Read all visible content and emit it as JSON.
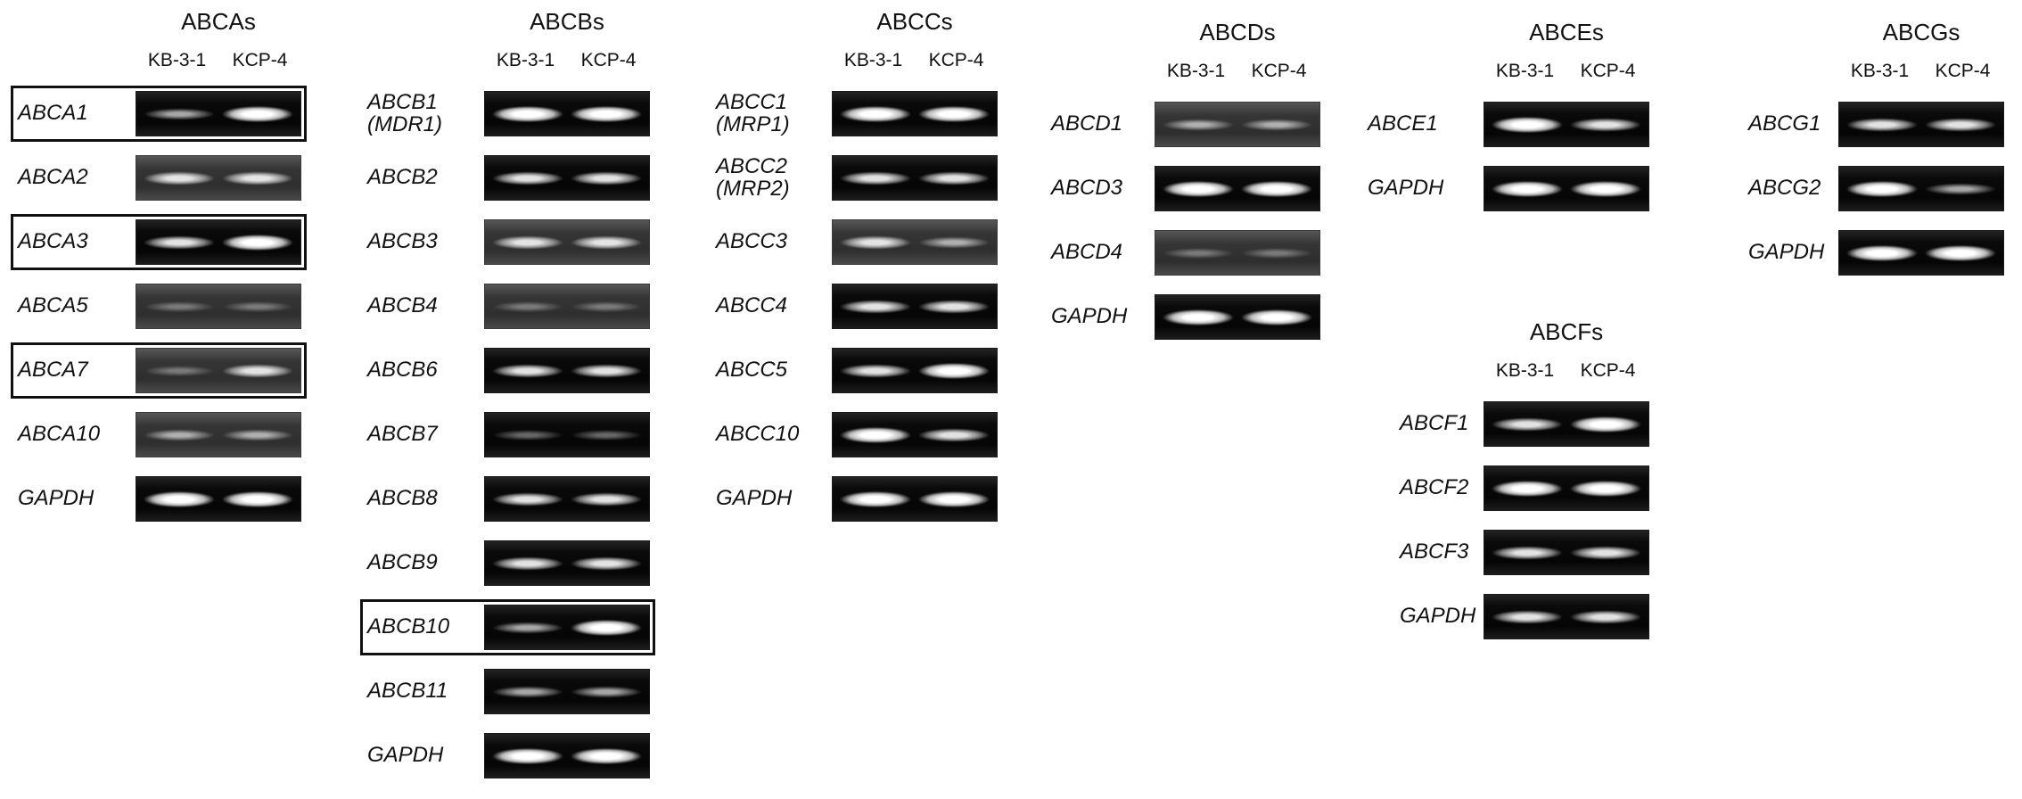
{
  "figure": {
    "cell_lines": [
      "KB-3-1",
      "KCP-4"
    ],
    "colors": {
      "background": "#ffffff",
      "gel_background": "#0a0a0a",
      "gel_background_gray": "#353535",
      "band": "#f5f5f5",
      "highlight_box": "#111111",
      "text": "#111111"
    },
    "groups": [
      {
        "id": "ABCAs",
        "title": "ABCAs",
        "rows": [
          {
            "gene": "ABCA1",
            "boxed": true,
            "bands": [
              "weak",
              "strong"
            ]
          },
          {
            "gene": "ABCA2",
            "bg": "gray",
            "bands": [
              "medium",
              "medium"
            ]
          },
          {
            "gene": "ABCA3",
            "boxed": true,
            "bands": [
              "medium",
              "strong"
            ]
          },
          {
            "gene": "ABCA5",
            "bg": "gray",
            "bands": [
              "faint",
              "faint"
            ]
          },
          {
            "gene": "ABCA7",
            "boxed": true,
            "bg": "gray",
            "bands": [
              "faint",
              "medium"
            ]
          },
          {
            "gene": "ABCA10",
            "bg": "gray",
            "bands": [
              "weak",
              "weak"
            ]
          },
          {
            "gene": "GAPDH",
            "bands": [
              "strong",
              "strong"
            ]
          }
        ]
      },
      {
        "id": "ABCBs",
        "title": "ABCBs",
        "rows": [
          {
            "gene": "ABCB1",
            "alias": "(MDR1)",
            "bands": [
              "strong",
              "strong"
            ]
          },
          {
            "gene": "ABCB2",
            "bands": [
              "medium",
              "medium"
            ]
          },
          {
            "gene": "ABCB3",
            "bg": "gray",
            "bands": [
              "medium",
              "medium"
            ]
          },
          {
            "gene": "ABCB4",
            "bg": "gray",
            "bands": [
              "faint",
              "faint"
            ]
          },
          {
            "gene": "ABCB6",
            "bands": [
              "medium",
              "medium"
            ]
          },
          {
            "gene": "ABCB7",
            "bands": [
              "faint",
              "faint"
            ]
          },
          {
            "gene": "ABCB8",
            "bands": [
              "medium",
              "medium"
            ]
          },
          {
            "gene": "ABCB9",
            "bands": [
              "medium",
              "medium"
            ]
          },
          {
            "gene": "ABCB10",
            "boxed": true,
            "bands": [
              "weak",
              "strong"
            ]
          },
          {
            "gene": "ABCB11",
            "bands": [
              "weak",
              "weak"
            ]
          },
          {
            "gene": "GAPDH",
            "bands": [
              "strong",
              "strong"
            ]
          }
        ]
      },
      {
        "id": "ABCCs",
        "title": "ABCCs",
        "rows": [
          {
            "gene": "ABCC1",
            "alias": "(MRP1)",
            "bands": [
              "strong",
              "strong"
            ]
          },
          {
            "gene": "ABCC2",
            "alias": "(MRP2)",
            "bands": [
              "medium",
              "medium"
            ]
          },
          {
            "gene": "ABCC3",
            "bg": "gray",
            "bands": [
              "medium",
              "weak"
            ]
          },
          {
            "gene": "ABCC4",
            "bands": [
              "medium",
              "medium"
            ]
          },
          {
            "gene": "ABCC5",
            "bands": [
              "medium",
              "strong"
            ]
          },
          {
            "gene": "ABCC10",
            "bands": [
              "strong",
              "medium"
            ]
          },
          {
            "gene": "GAPDH",
            "bands": [
              "strong",
              "strong"
            ]
          }
        ]
      },
      {
        "id": "ABCDs",
        "title": "ABCDs",
        "rows": [
          {
            "gene": "ABCD1",
            "bg": "gray",
            "bands": [
              "weak",
              "weak"
            ]
          },
          {
            "gene": "ABCD3",
            "bands": [
              "strong",
              "strong"
            ]
          },
          {
            "gene": "ABCD4",
            "bg": "gray",
            "bands": [
              "faint",
              "faint"
            ]
          },
          {
            "gene": "GAPDH",
            "bands": [
              "strong",
              "strong"
            ]
          }
        ]
      },
      {
        "id": "ABCEs",
        "title": "ABCEs",
        "rows": [
          {
            "gene": "ABCE1",
            "bands": [
              "strong",
              "medium"
            ]
          },
          {
            "gene": "GAPDH",
            "bands": [
              "strong",
              "strong"
            ]
          }
        ]
      },
      {
        "id": "ABCFs",
        "title": "ABCFs",
        "rows": [
          {
            "gene": "ABCF1",
            "bands": [
              "medium",
              "strong"
            ]
          },
          {
            "gene": "ABCF2",
            "bands": [
              "strong",
              "strong"
            ]
          },
          {
            "gene": "ABCF3",
            "bands": [
              "medium",
              "medium"
            ]
          },
          {
            "gene": "GAPDH",
            "bands": [
              "medium",
              "medium"
            ]
          }
        ]
      },
      {
        "id": "ABCGs",
        "title": "ABCGs",
        "rows": [
          {
            "gene": "ABCG1",
            "bands": [
              "medium",
              "medium"
            ]
          },
          {
            "gene": "ABCG2",
            "bands": [
              "strong",
              "weak"
            ]
          },
          {
            "gene": "GAPDH",
            "bands": [
              "strong",
              "strong"
            ]
          }
        ]
      }
    ]
  }
}
